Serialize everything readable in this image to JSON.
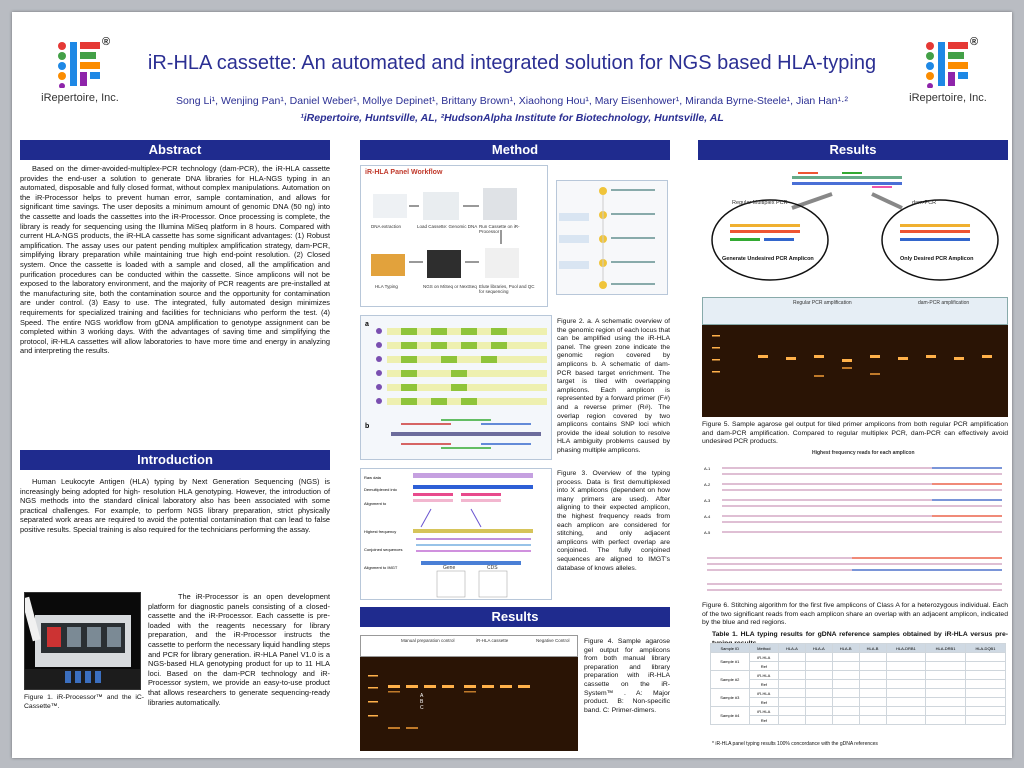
{
  "header": {
    "title": "iR-HLA cassette: An automated and integrated solution for NGS based HLA-typing",
    "authors": "Song Li¹, Wenjing Pan¹, Daniel Weber¹, Mollye Depinet¹, Brittany Brown¹, Xiaohong Hou¹, Mary Eisenhower¹, Miranda Byrne-Steele¹, Jian Han¹·²",
    "affiliations": "¹iRepertoire, Huntsville, AL, ²HudsonAlpha Institute for Biotechnology, Huntsville, AL",
    "logo_name": "iRepertoire, Inc.",
    "logo_reg": "®"
  },
  "abstract": {
    "heading": "Abstract",
    "body": "Based on the dimer-avoided-multiplex-PCR technology (dam-PCR), the iR-HLA cassette provides the end-user a solution to generate DNA libraries for HLA-NGS typing in an automated, disposable and fully closed format, without complex manipulations. Automation on the iR-Processor helps to prevent human error, sample contamination, and allows for significant time savings. The user deposits a minimum amount of genomic DNA (50 ng) into the cassette and loads the cassettes into the iR-Processor. Once processing is complete, the library is ready for sequencing using the Illumina MiSeq platform in 8 hours. Compared with current HLA-NGS products, the iR-HLA cassette has some significant advantages: (1) Robust amplification. The assay uses our patent pending multiplex amplification strategy, dam-PCR, simplifying library preparation while maintaining true high end-point resolution. (2) Closed system. Once the cassette is loaded with a sample and closed, all the amplification and purification procedures can be conducted within the cassette. Since amplicons will not be exposed to the laboratory environment, and the majority of PCR reagents are pre-installed at the manufacturing site, both the contamination source and the opportunity for contamination are under control. (3) Easy to use. The integrated, fully automated design minimizes requirements for specialized training and facilities for technicians who perform the test. (4) Speed. The entire NGS workflow from gDNA amplification to genotype assignment can be completed within 3 working days. With the advantages of saving time and simplifying the protocol, iR-HLA cassettes will allow laboratories to have more time and energy in analyzing and interpreting the results."
  },
  "introduction": {
    "heading": "Introduction",
    "para1": "Human Leukocyte Antigen (HLA) typing by Next Generation Sequencing (NGS) is increasingly being adopted for high- resolution HLA genotyping. However, the introduction of NGS methods into the standard clinical laboratory also has been associated with some practical challenges. For example, to perform NGS library preparation, strict physically separated work areas are required to avoid the potential contamination that can lead to false positive results. Special training is also required for the technicians performing the assay.",
    "para2": "The iR-Processor is an open development platform for diagnostic panels consisting of a closed-cassette and the iR-Processor. Each cassette is pre-loaded with the reagents necessary for library preparation, and the iR-Processor instructs the cassette to perform the necessary liquid handling steps and PCR for library generation. iR-HLA Panel V1.0 is a NGS-based HLA genotyping product for up to 11 HLA loci. Based on the dam-PCR technology and iR-Processor system, we provide an easy-to-use product that allows researchers to generate sequencing-ready libraries automatically.",
    "fig1_caption": "Figure 1. iR-Processor™ and the iC-Cassette™."
  },
  "method": {
    "heading": "Method",
    "workflow_title": "iR-HLA Panel Workflow",
    "workflow_labels": [
      "DNA extraction",
      "Load Cassette: Genomic DNA",
      "Run Cassette on iR-Processor",
      "HLA Typing",
      "NGS on MiSeq or NextSeq",
      "Elute libraries, Pool and QC for sequencing"
    ],
    "fig2_caption": "Figure 2. a. A schematic overview of the genomic region of each locus that can be amplified using the iR-HLA panel. The green zone indicate the genomic region covered by amplicons b. A schematic of dam-PCR based target enrichment. The target is tiled with overlapping amplicons. Each amplicon is represented by a forward primer (F#) and a reverse primer (R#). The overlap region covered by two amplicons contains SNP loci which provide the ideal solution to resolve HLA ambiguity problems caused by phasing multiple amplicons.",
    "fig3_caption": "Figure 3. Overview of the typing process. Data is first demultiplexed into X amplicons (dependent on how many primers are used). After aligning to their expected amplicon, the highest frequency reads from each amplicon are considered for stitching, and only adjacent amplicons with perfect overlap are conjoined. The fully conjoined sequences are aligned to IMGT's database of knows alleles.",
    "fig3_gene": "Gene",
    "fig3_cds": "CDS"
  },
  "results_mid": {
    "heading": "Results",
    "fig4_caption": "Figure 4. Sample agarose gel output for amplicons from both manual library preparation and library preparation with iR-HLA cassette on the iR-System™ . A: Major product. B: Non-specific band. C: Primer-dimers.",
    "gel_groups": [
      "Manual preparation control",
      "iR-HLA cassette",
      "Negative Control"
    ]
  },
  "results_right": {
    "heading": "Results",
    "regular_label": "Regular Multiplex PCR",
    "dam_label": "dam-PCR",
    "undesired": "Generate Undesired PCR Amplicon",
    "desired": "Only Desired PCR Amplicon",
    "gel_header_regular": "Regular PCR amplification",
    "gel_header_dam": "dam-PCR amplification",
    "fig5_caption": "Figure 5. Sample agarose gel output for tiled primer amplicons from both regular PCR amplification and dam-PCR amplification. Compared to regular multiplex PCR, dam-PCR can effectively avoid undesired PCR products.",
    "fig6_title": "Highest frequency reads for each amplicon",
    "fig6_caption": "Figure 6. Stitching algorithm for the first five amplicons of Class A for a heterozygous individual. Each of the two significant reads from each amplicon share an overlap with an adjacent amplicon, indicated by the blue and red regions.",
    "table_caption": "Table 1. HLA typing results for gDNA reference samples obtained by iR-HLA versus pre-typing results.",
    "table_footnote": "* iR-HLA panel typing results 100% concordance with the gDNA references"
  },
  "colors": {
    "bar": "#1f2b8e",
    "title": "#2b2f93",
    "accent": "#c0392b"
  }
}
